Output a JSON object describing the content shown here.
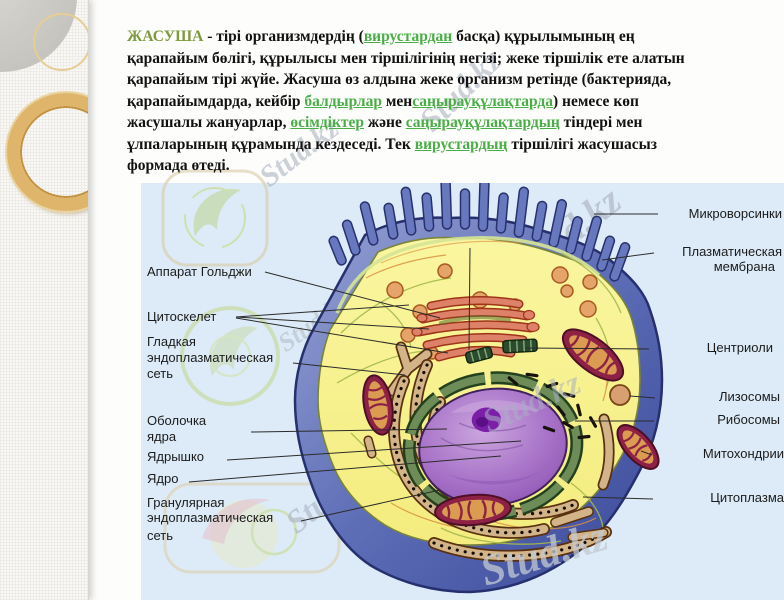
{
  "slide": {
    "title_text": "ЖАСУША",
    "text_lines": [
      {
        "segments": [
          {
            "t": "ЖАСУША",
            "s": "title"
          },
          {
            "t": " - тірі организмдердің (",
            "s": "p"
          },
          {
            "t": "вирустардан",
            "s": "link"
          },
          {
            "t": " басқа) құрылымының ең",
            "s": "p"
          }
        ]
      },
      {
        "segments": [
          {
            "t": "қарапайым бөлігі, құрылысы мен тіршілігінің негізі; жеке тіршілік ете алатын",
            "s": "p"
          }
        ]
      },
      {
        "segments": [
          {
            "t": "қарапайым тірі жүйе. Жасуша өз алдына жеке организм ретінде (бактерияда,",
            "s": "p"
          }
        ]
      },
      {
        "segments": [
          {
            "t": "қарапайымдарда, кейбір ",
            "s": "p"
          },
          {
            "t": "балдырлар",
            "s": "link"
          },
          {
            "t": " мен",
            "s": "p"
          },
          {
            "t": "саңырауқұлақтарда",
            "s": "link"
          },
          {
            "t": ") немесе көп",
            "s": "p"
          }
        ]
      },
      {
        "segments": [
          {
            "t": "жасушалы жануарлар, ",
            "s": "p"
          },
          {
            "t": "өсімдіктер",
            "s": "link"
          },
          {
            "t": " және ",
            "s": "p"
          },
          {
            "t": "саңырауқұлақтардың",
            "s": "link"
          },
          {
            "t": " тіндері мен",
            "s": "p"
          }
        ]
      },
      {
        "segments": [
          {
            "t": "ұлпаларының құрамында кездеседі. Тек ",
            "s": "p"
          },
          {
            "t": "вирустардың",
            "s": "link"
          },
          {
            "t": " тіршілігі жасушасыз",
            "s": "p"
          }
        ]
      },
      {
        "segments": [
          {
            "t": "формада өтеді.",
            "s": "p"
          }
        ]
      }
    ]
  },
  "diagram": {
    "labels": {
      "golgi": "Аппарат Гольджи",
      "cytoskeleton": "Цитоскелет",
      "smooth_er_l1": "Гладкая",
      "smooth_er_l2": "эндоплазматическая",
      "smooth_er_l3": "сеть",
      "nuclear_envelope_l1": "Оболочка",
      "nuclear_envelope_l2": "ядра",
      "nucleolus": "Ядрышко",
      "nucleus": "Ядро",
      "rough_er_l1": "Гранулярная",
      "rough_er_l2": "эндоплазматическая",
      "rough_er_l3": "сеть",
      "microvilli": "Микроворсинки",
      "plasma_membrane_l1": "Плазматическая",
      "plasma_membrane_l2": "мембрана",
      "centrioles": "Центриоли",
      "lysosomes": "Лизосомы",
      "ribosomes": "Рибосомы",
      "mitochondria": "Митохондрии",
      "cytoplasm": "Цитоплазма"
    }
  },
  "watermark": {
    "text": "Stud.kz"
  },
  "colors": {
    "title_olive": "#7D9A3C",
    "link_green": "#4AAE46",
    "panel_blue": "#DCEBF7",
    "membrane_blue": "#5D6DB6",
    "cytoplasm_yellow": "#F8F28E",
    "nucleus_purple": "#A873C8",
    "nucleolus_purple": "#7C1FA8",
    "er_tan": "#D3B488",
    "mitochondria_maroon": "#8E2246",
    "gold_ring": "#DFB56C"
  }
}
